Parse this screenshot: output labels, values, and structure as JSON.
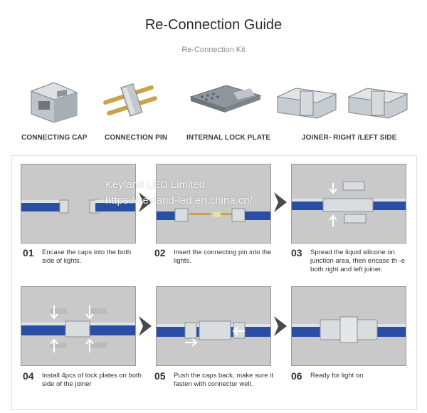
{
  "header": {
    "title": "Re-Connection Guide",
    "subtitle": "Re-Connection Kit"
  },
  "kit": [
    {
      "label": "CONNECTING CAP",
      "icon": "connecting-cap-icon"
    },
    {
      "label": "CONNECTION PIN",
      "icon": "connection-pin-icon"
    },
    {
      "label": "INTERNAL LOCK PLATE",
      "icon": "lock-plate-icon"
    },
    {
      "label": "JOINER- RIGHT /LEFT SIDE",
      "icon": "joiner-icon"
    }
  ],
  "steps": [
    {
      "num": "01",
      "text": "Encase the caps into the both side of lights."
    },
    {
      "num": "02",
      "text": "Insert the connecting pin into the lights."
    },
    {
      "num": "03",
      "text": "Spread the liquid silicone on junction area, then encase th -e both right and left joiner."
    },
    {
      "num": "04",
      "text": "Install 4pcs of lock plates on both side of the joiner"
    },
    {
      "num": "05",
      "text": "Push the caps back, make sure it fasten with connector well."
    },
    {
      "num": "06",
      "text": "Ready for light on"
    }
  ],
  "watermark": {
    "line1": "Keyland LED Limited",
    "line2": "https://keyland-led.en.china.cn/"
  },
  "colors": {
    "strip_blue": "#2a4ea6",
    "photo_bg": "#c9c9c9",
    "panel_border": "#d8e4ec",
    "arrow": "#4a4a4a"
  }
}
